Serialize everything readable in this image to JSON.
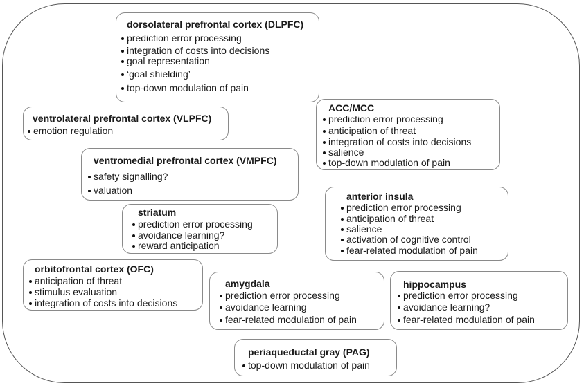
{
  "regions": [
    {
      "name": "dorsolateral prefrontal cortex (DLPFC)",
      "items": [
        "prediction error processing",
        "integration of costs into decisions",
        "goal representation",
        "‘goal shielding’",
        "top-down modulation of pain"
      ]
    },
    {
      "name": "ventrolateral prefrontal cortex (VLPFC)",
      "items": [
        "emotion regulation"
      ]
    },
    {
      "name": "ACC/MCC",
      "items": [
        "prediction error processing",
        "anticipation of threat",
        "integration of costs into decisions",
        "salience",
        "top-down modulation of pain"
      ]
    },
    {
      "name": "ventromedial prefrontal cortex (VMPFC)",
      "items": [
        "safety signalling?",
        "valuation"
      ]
    },
    {
      "name": "striatum",
      "items": [
        "prediction error processing",
        "avoidance learning?",
        "reward anticipation"
      ]
    },
    {
      "name": "anterior insula",
      "items": [
        "prediction error processing",
        "anticipation of threat",
        "salience",
        "activation of cognitive control",
        "fear-related modulation of pain"
      ]
    },
    {
      "name": "orbitofrontal cortex (OFC)",
      "items": [
        "anticipation of threat",
        "stimulus evaluation",
        "integration of costs into decisions"
      ]
    },
    {
      "name": "amygdala",
      "items": [
        "prediction error processing",
        "avoidance learning",
        "fear-related modulation of pain"
      ]
    },
    {
      "name": "hippocampus",
      "items": [
        "prediction error processing",
        "avoidance learning?",
        "fear-related modulation of pain"
      ]
    },
    {
      "name": "periaqueductal gray (PAG)",
      "items": [
        "top-down modulation of pain"
      ]
    }
  ]
}
